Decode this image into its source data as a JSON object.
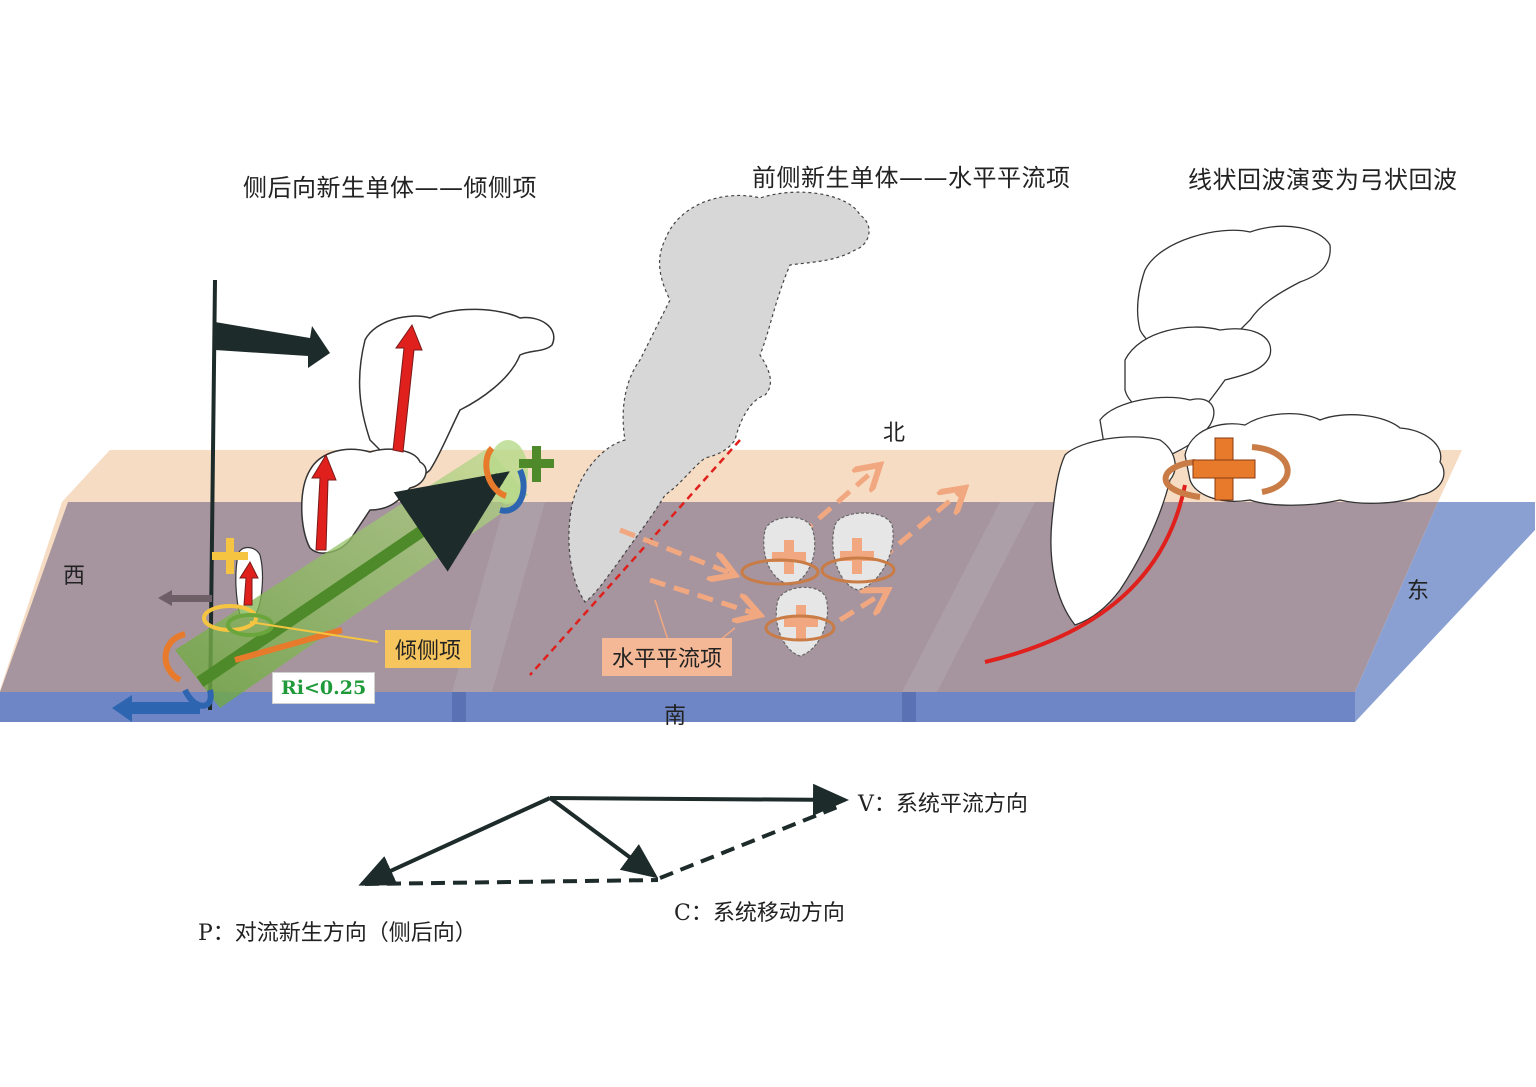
{
  "titles": {
    "panel1": "侧后向新生单体——倾侧项",
    "panel2": "前侧新生单体——水平平流项",
    "panel3": "线状回波演变为弓状回波"
  },
  "directions": {
    "west": "西",
    "north": "北",
    "south": "南",
    "east": "东"
  },
  "callouts": {
    "tilting": "倾侧项",
    "richardson": "Ri<0.25",
    "advection": "水平平流项"
  },
  "vectors": {
    "V": "V：系统平流方向",
    "C": "C：系统移动方向",
    "P": "P：对流新生方向（侧后向）"
  },
  "colors": {
    "surface_top": "#a6959e",
    "surface_front": "#6e86c6",
    "back_strip": "#f6dcc3",
    "east_edge": "#8aa0d2",
    "updraft": "#e0201c",
    "green_tube": "#7bb34b",
    "orange_arrow": "#f1a780",
    "plus_yellow": "#f5c542",
    "plus_green": "#4e8a2a",
    "plus_orange": "#e87a2c",
    "tilting_box": "#f7c55e",
    "advection_box": "#f4b896",
    "ri_text": "#1f9a3a",
    "vector_arrow": "#1e2b2b"
  }
}
